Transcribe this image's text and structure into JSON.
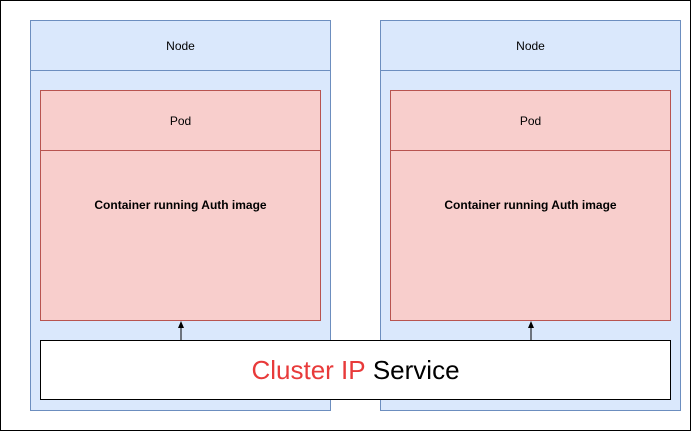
{
  "nodes": [
    {
      "title": "Node",
      "pod": {
        "title": "Pod",
        "container_label": "Container running Auth image"
      }
    },
    {
      "title": "Node",
      "pod": {
        "title": "Pod",
        "container_label": "Container running Auth image"
      }
    }
  ],
  "service": {
    "label_accent": "Cluster IP",
    "label_rest": "Service",
    "accent_color": "#e83a3a"
  },
  "colors": {
    "node_fill": "#dae8fc",
    "node_stroke": "#6c8ebf",
    "pod_fill": "#f8cecc",
    "pod_stroke": "#b85450"
  }
}
